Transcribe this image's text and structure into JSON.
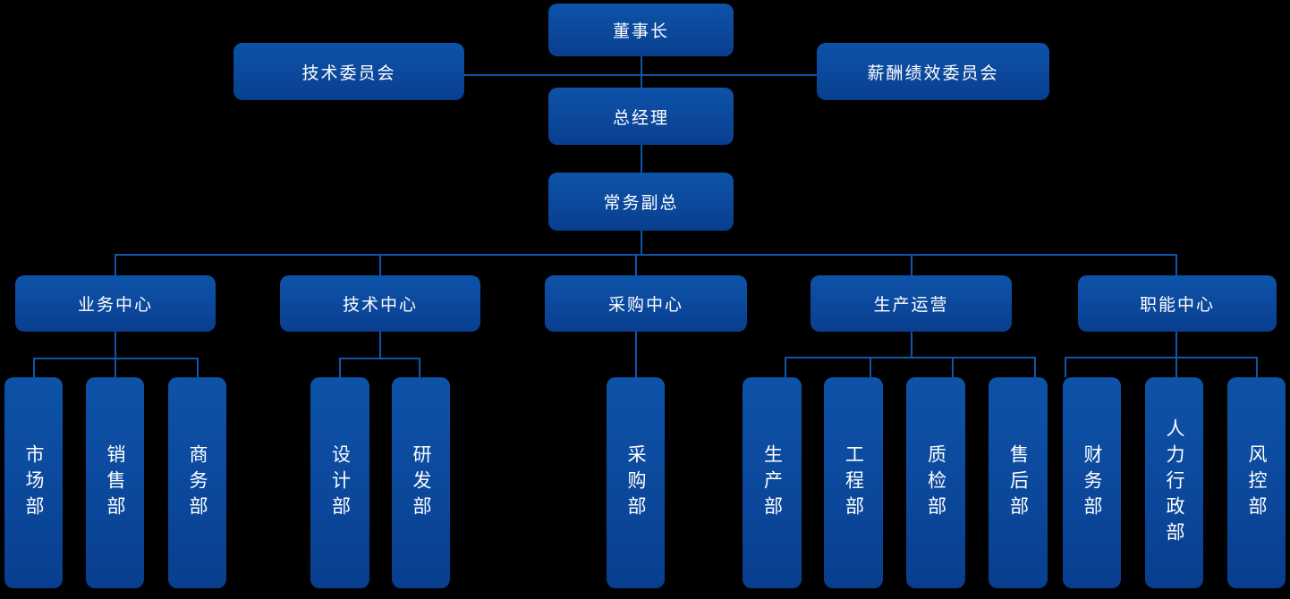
{
  "title": "company-org-chart",
  "colors": {
    "background": "#000000",
    "node_fill_top": "#0d53a8",
    "node_fill_bottom": "#093e8e",
    "connector_line": "#1254aa",
    "node_text": "#ffffff"
  },
  "nodes": {
    "chairman": "董事长",
    "tech_committee": "技术委员会",
    "comp_perf_committee": "薪酬绩效委员会",
    "general_manager": "总经理",
    "deputy_gm": "常务副总",
    "biz_center": "业务中心",
    "tech_center": "技术中心",
    "procurement_center": "采购中心",
    "production_ops": "生产运营",
    "functional_center": "职能中心",
    "marketing_dept": "市场部",
    "sales_dept": "销售部",
    "commerce_dept": "商务部",
    "design_dept": "设计部",
    "rnd_dept": "研发部",
    "purchasing_dept": "采购部",
    "production_dept": "生产部",
    "engineering_dept": "工程部",
    "quality_dept": "质检部",
    "after_sales_dept": "售后部",
    "finance_dept": "财务部",
    "hr_admin_dept": "人力行政部",
    "risk_control_dept": "风控部"
  },
  "hierarchy": {
    "chairman": [
      "tech_committee",
      "comp_perf_committee",
      "general_manager"
    ],
    "general_manager": [
      "deputy_gm"
    ],
    "deputy_gm": [
      "biz_center",
      "tech_center",
      "procurement_center",
      "production_ops",
      "functional_center"
    ],
    "biz_center": [
      "marketing_dept",
      "sales_dept",
      "commerce_dept"
    ],
    "tech_center": [
      "design_dept",
      "rnd_dept"
    ],
    "procurement_center": [
      "purchasing_dept"
    ],
    "production_ops": [
      "production_dept",
      "engineering_dept",
      "quality_dept",
      "after_sales_dept"
    ],
    "functional_center": [
      "finance_dept",
      "hr_admin_dept",
      "risk_control_dept"
    ]
  }
}
